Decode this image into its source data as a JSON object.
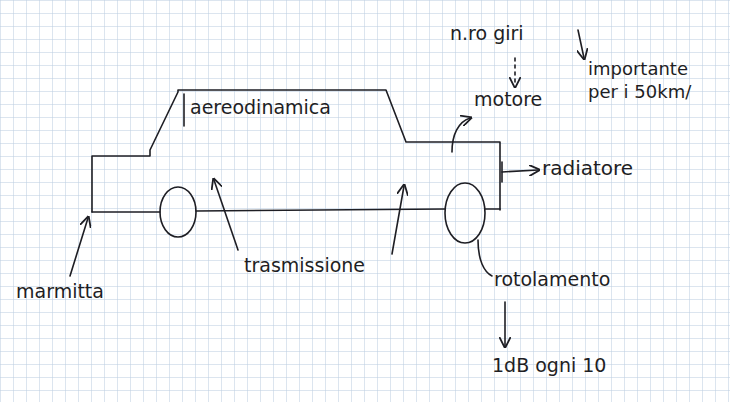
{
  "diagram": {
    "labels": [
      "n.ro giri",
      "importante per i 50km/",
      "aereodinamica",
      "motore",
      "radiatore",
      "trasmissione",
      "marmitta",
      "rotolamento",
      "1dB ogni 10"
    ]
  }
}
